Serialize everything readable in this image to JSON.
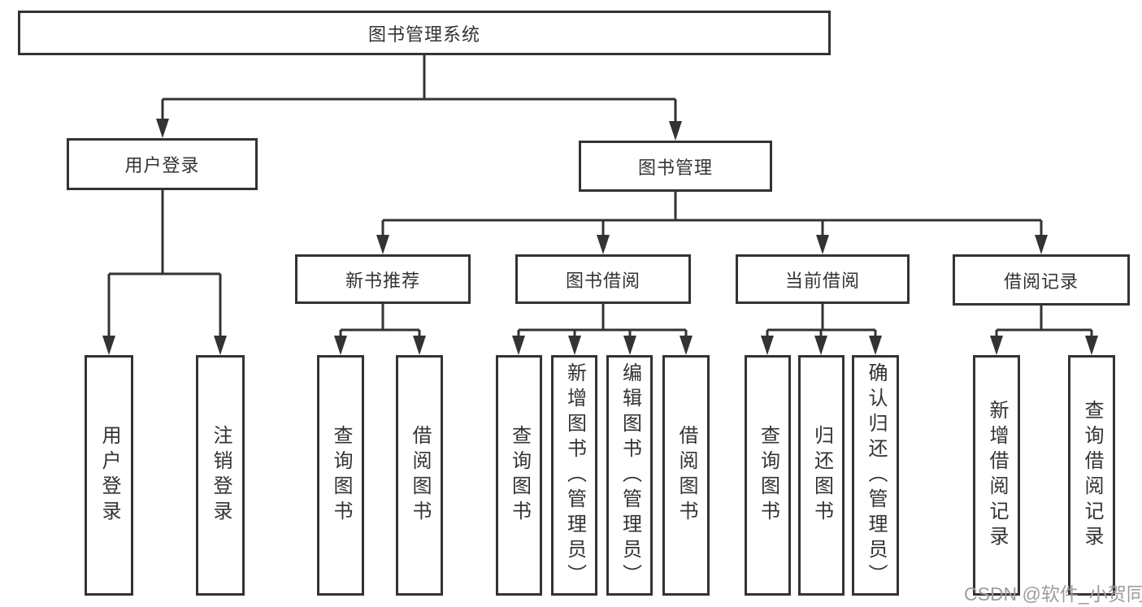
{
  "colors": {
    "line": "#333333",
    "text": "#333333",
    "box_bg": "#ffffff",
    "watermark": "#9c9c9c",
    "background": "#ffffff"
  },
  "watermark": "CSDN @软件_小贺同学",
  "nodes": {
    "root": {
      "label": "图书管理系统"
    },
    "level1": [
      {
        "label": "用户登录"
      },
      {
        "label": "图书管理"
      }
    ],
    "level2": [
      {
        "label": "新书推荐",
        "parent": "图书管理"
      },
      {
        "label": "图书借阅",
        "parent": "图书管理"
      },
      {
        "label": "当前借阅",
        "parent": "图书管理"
      },
      {
        "label": "借阅记录",
        "parent": "图书管理"
      }
    ],
    "leaves": [
      {
        "label": "用户登录",
        "parent": "用户登录"
      },
      {
        "label": "注销登录",
        "parent": "用户登录"
      },
      {
        "label": "查询图书",
        "parent": "新书推荐"
      },
      {
        "label": "借阅图书",
        "parent": "新书推荐"
      },
      {
        "label": "查询图书",
        "parent": "图书借阅"
      },
      {
        "label": "新增图书（管理员）",
        "parent": "图书借阅"
      },
      {
        "label": "编辑图书（管理员）",
        "parent": "图书借阅"
      },
      {
        "label": "借阅图书",
        "parent": "图书借阅"
      },
      {
        "label": "查询图书",
        "parent": "当前借阅"
      },
      {
        "label": "归还图书",
        "parent": "当前借阅"
      },
      {
        "label": "确认归还（管理员）",
        "parent": "当前借阅"
      },
      {
        "label": "新增借阅记录",
        "parent": "借阅记录"
      },
      {
        "label": "查询借阅记录",
        "parent": "借阅记录"
      }
    ]
  }
}
